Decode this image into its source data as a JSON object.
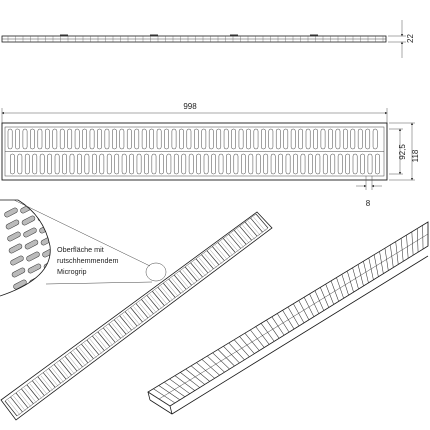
{
  "dimensions": {
    "height_side": "22",
    "length": "998",
    "width_outer": "118",
    "width_inner": "92,5",
    "slot_width": "8"
  },
  "detail_note": {
    "lines": [
      "Oberfläche mit",
      "rutschhemmendem",
      "Microgrip"
    ]
  }
}
